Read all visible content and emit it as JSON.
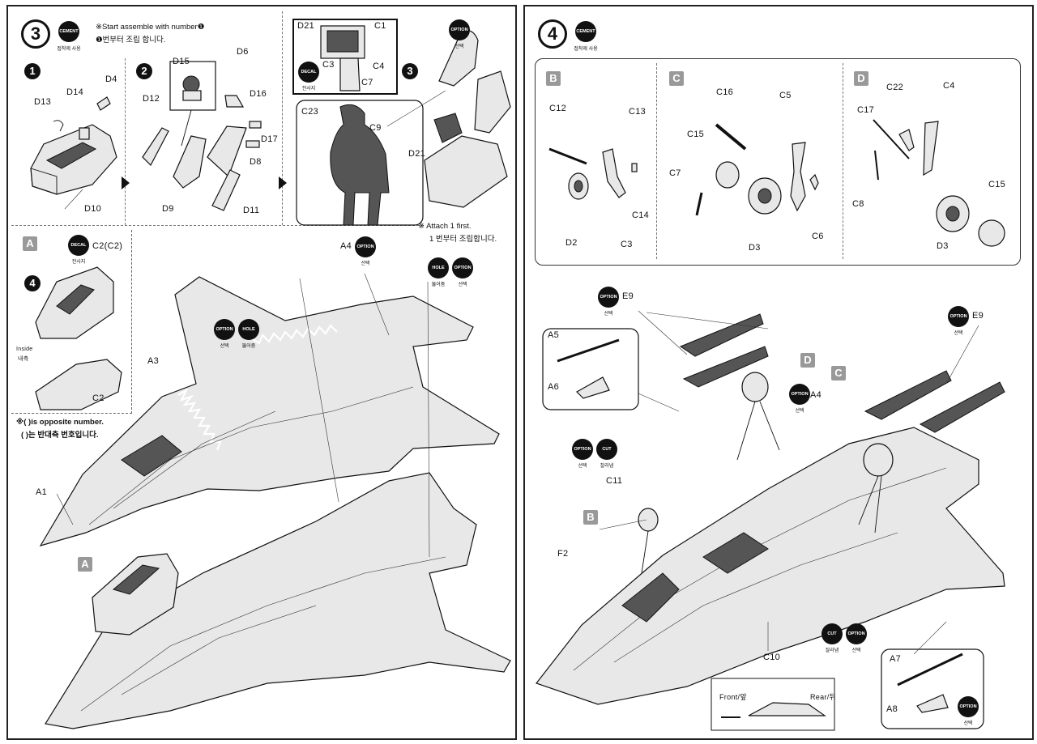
{
  "badges": {
    "cement": "CEMENT",
    "cement_sub": "접착제 사용",
    "option": "OPTION",
    "option_sub": "선택",
    "decal": "DECAL",
    "decal_sub": "전사지",
    "hole": "HOLE",
    "hole_sub": "뚫어줌",
    "cut": "CUT",
    "cut_sub": "잘라냄"
  },
  "left": {
    "step": "3",
    "note_line1": "※Start assemble with number❶",
    "note_line2": "❶번부터 조립 합니다.",
    "sub1": "1",
    "sub2": "2",
    "sub3": "3",
    "sub4": "4",
    "parts_sub1": [
      "D4",
      "D13",
      "D14",
      "D10"
    ],
    "parts_sub2": [
      "D15",
      "D6",
      "D12",
      "D16",
      "D17",
      "D8",
      "D9",
      "D11"
    ],
    "parts_inset": [
      "D21",
      "C1",
      "C3",
      "C4",
      "C7"
    ],
    "parts_pilot": [
      "C23",
      "C9"
    ],
    "parts_sub3": [
      "D21"
    ],
    "attach_note1": "※ Attach 1 first.",
    "attach_note2": "1 번부터 조립합니다.",
    "boxA_letter": "A",
    "boxA_parts": [
      "C2(C2)",
      "C2"
    ],
    "inside_label": "Inside",
    "inside_sub": "내측",
    "opposite_note1": "※( )is opposite number.",
    "opposite_note2": "( )는 반대측 번호입니다.",
    "fuselage_parts": [
      "A4",
      "A3",
      "A1"
    ],
    "letter_A": "A"
  },
  "right": {
    "step": "4",
    "boxB_letter": "B",
    "boxC_letter": "C",
    "boxD_letter": "D",
    "partsB": [
      "C12",
      "C13",
      "C14",
      "D2",
      "C3"
    ],
    "partsC": [
      "C16",
      "C5",
      "C15",
      "C7",
      "D3",
      "C6"
    ],
    "partsD": [
      "C22",
      "C4",
      "C17",
      "C8",
      "D3",
      "C15"
    ],
    "main_parts": [
      "E9",
      "A5",
      "A6",
      "E9",
      "A4",
      "C11",
      "F2",
      "C10"
    ],
    "letter_B": "B",
    "letter_C": "C",
    "letter_D": "D",
    "inset_parts": [
      "A7",
      "A8"
    ],
    "front_label": "Front/앞",
    "rear_label": "Rear/뒤"
  }
}
